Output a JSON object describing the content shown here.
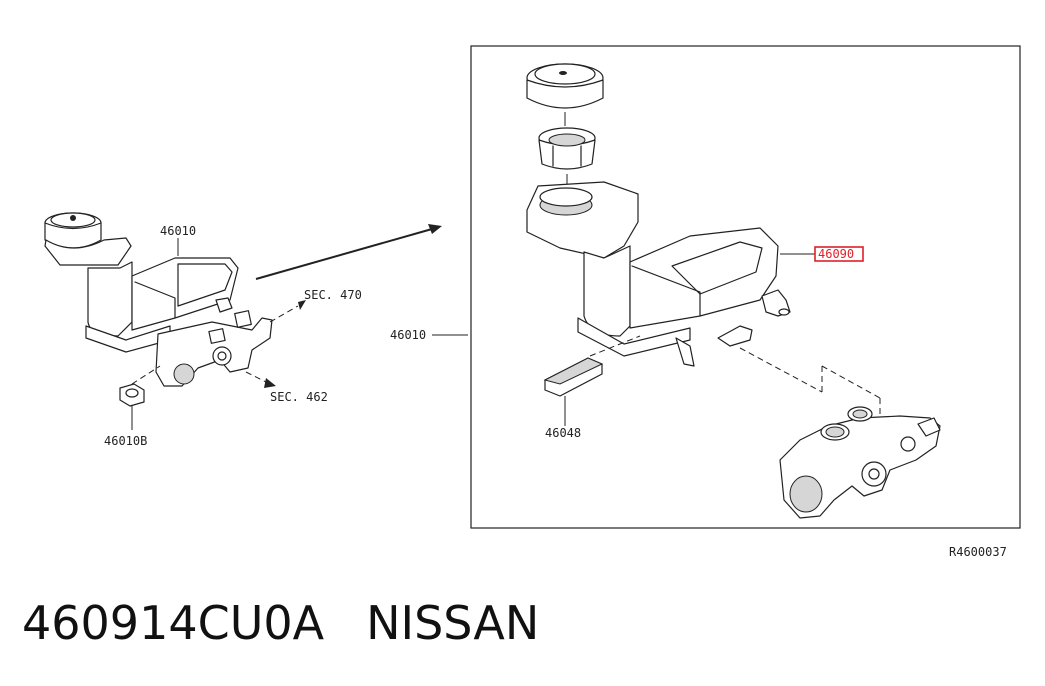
{
  "diagram": {
    "callouts": {
      "left_reservoir": "46010",
      "left_nut": "46010B",
      "sec_470": "SEC. 470",
      "sec_462": "SEC. 462",
      "detail_reservoir": "46010",
      "highlighted_part": "46090",
      "seal_part": "46048"
    },
    "figure_code": "R4600037",
    "highlight_color": "#e0202a"
  },
  "caption": {
    "part_number": "460914CU0A",
    "brand": "NISSAN"
  }
}
